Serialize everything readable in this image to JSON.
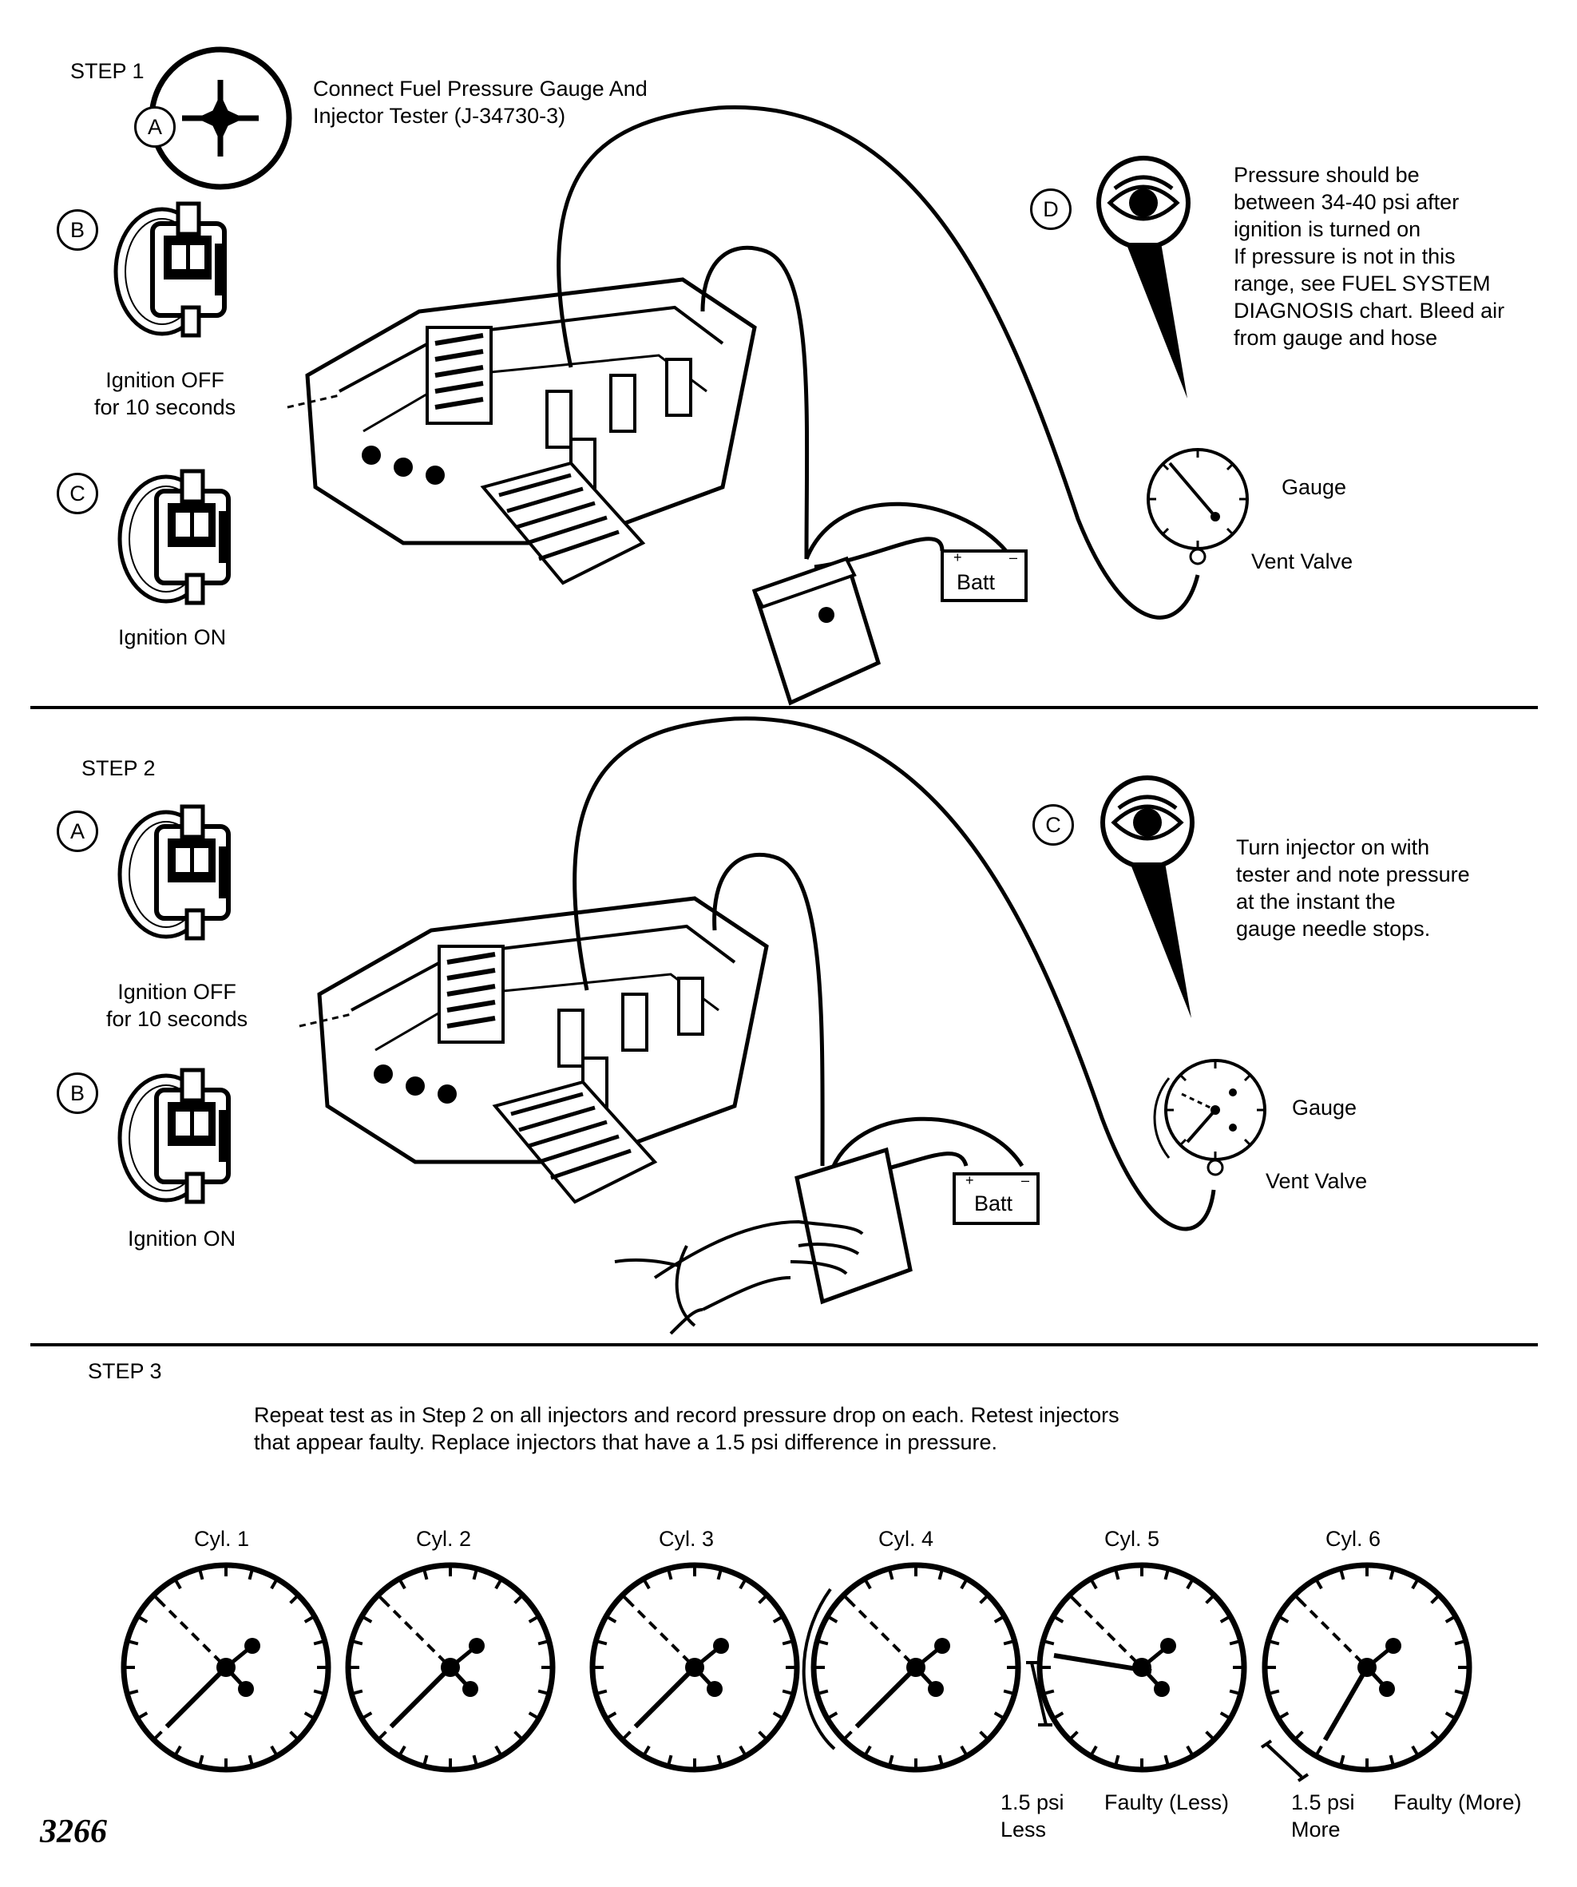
{
  "step1": {
    "title": "STEP 1",
    "a": {
      "letter": "A",
      "text": "Connect Fuel Pressure Gauge And\nInjector Tester (J-34730-3)",
      "icon": "tool-icon"
    },
    "b": {
      "letter": "B",
      "text": "Ignition OFF\nfor 10 seconds",
      "icon": "ignition-switch-icon"
    },
    "c": {
      "letter": "C",
      "text": "Ignition ON",
      "icon": "ignition-switch-icon"
    },
    "d": {
      "letter": "D",
      "text": "Pressure should be\nbetween 34-40 psi after\nignition is turned on\nIf pressure is not in this\nrange, see FUEL SYSTEM\nDIAGNOSIS chart. Bleed air\nfrom gauge and hose",
      "icon": "eye-icon"
    },
    "gauge": "Gauge",
    "vent": "Vent Valve",
    "batt": "Batt"
  },
  "step2": {
    "title": "STEP 2",
    "a": {
      "letter": "A",
      "text": "Ignition OFF\nfor 10 seconds",
      "icon": "ignition-switch-icon"
    },
    "b": {
      "letter": "B",
      "text": "Ignition ON",
      "icon": "ignition-switch-icon"
    },
    "c": {
      "letter": "C",
      "text": "Turn injector on with\ntester and note pressure\nat the instant the\ngauge needle stops.",
      "icon": "eye-icon"
    },
    "gauge": "Gauge",
    "vent": "Vent Valve",
    "batt": "Batt"
  },
  "step3": {
    "title": "STEP 3",
    "text": "Repeat test as in Step 2 on all injectors and record pressure drop on each. Retest injectors\nthat appear faulty. Replace injectors that have a 1.5 psi difference in pressure.",
    "cylinders": [
      {
        "label": "Cyl. 1"
      },
      {
        "label": "Cyl. 2"
      },
      {
        "label": "Cyl. 3"
      },
      {
        "label": "Cyl. 4"
      },
      {
        "label": "Cyl. 5"
      },
      {
        "label": "Cyl. 6"
      }
    ],
    "notes": {
      "less_diff": "1.5 psi\nLess",
      "faulty_less": "Faulty (Less)",
      "more_diff": "1.5 psi\nMore",
      "faulty_more": "Faulty (More)"
    }
  },
  "figure_number": "3266"
}
